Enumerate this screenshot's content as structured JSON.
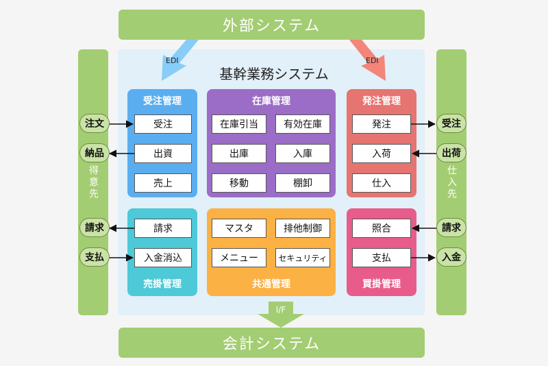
{
  "diagram": {
    "external_system": "外部システム",
    "accounting_system": "会計システム",
    "core_system": "基幹業務システム",
    "customer_label": "得意先",
    "supplier_label": "仕入先",
    "edi_left": "EDI",
    "edi_right": "EDI",
    "if_label": "I/F",
    "order_mgmt": {
      "title": "受注管理",
      "items": [
        "受注",
        "出資",
        "売上"
      ]
    },
    "inventory_mgmt": {
      "title": "在庫管理",
      "items": [
        "在庫引当",
        "有効在庫",
        "出庫",
        "入庫",
        "移動",
        "棚卸"
      ]
    },
    "purchase_order_mgmt": {
      "title": "発注管理",
      "items": [
        "発注",
        "入荷",
        "仕入"
      ]
    },
    "receivable_mgmt": {
      "title": "売掛管理",
      "items": [
        "請求",
        "入金消込"
      ]
    },
    "common_mgmt": {
      "title": "共通管理",
      "items": [
        "マスタ",
        "排他制御",
        "メニュー",
        "セキュリティ"
      ]
    },
    "payable_mgmt": {
      "title": "買掛管理",
      "items": [
        "照合",
        "支払"
      ]
    },
    "customer_flows": [
      "注文",
      "納品",
      "請求",
      "支払"
    ],
    "supplier_flows": [
      "受注",
      "出荷",
      "請求",
      "入金"
    ],
    "colors": {
      "green": "#a3cd73",
      "blue": "#5aaef0",
      "purple": "#9b6dc7",
      "red": "#e67470",
      "cyan": "#4dc9d8",
      "orange": "#fcb145",
      "pink": "#e85c8c",
      "core_bg": "#e2f0f9"
    }
  }
}
